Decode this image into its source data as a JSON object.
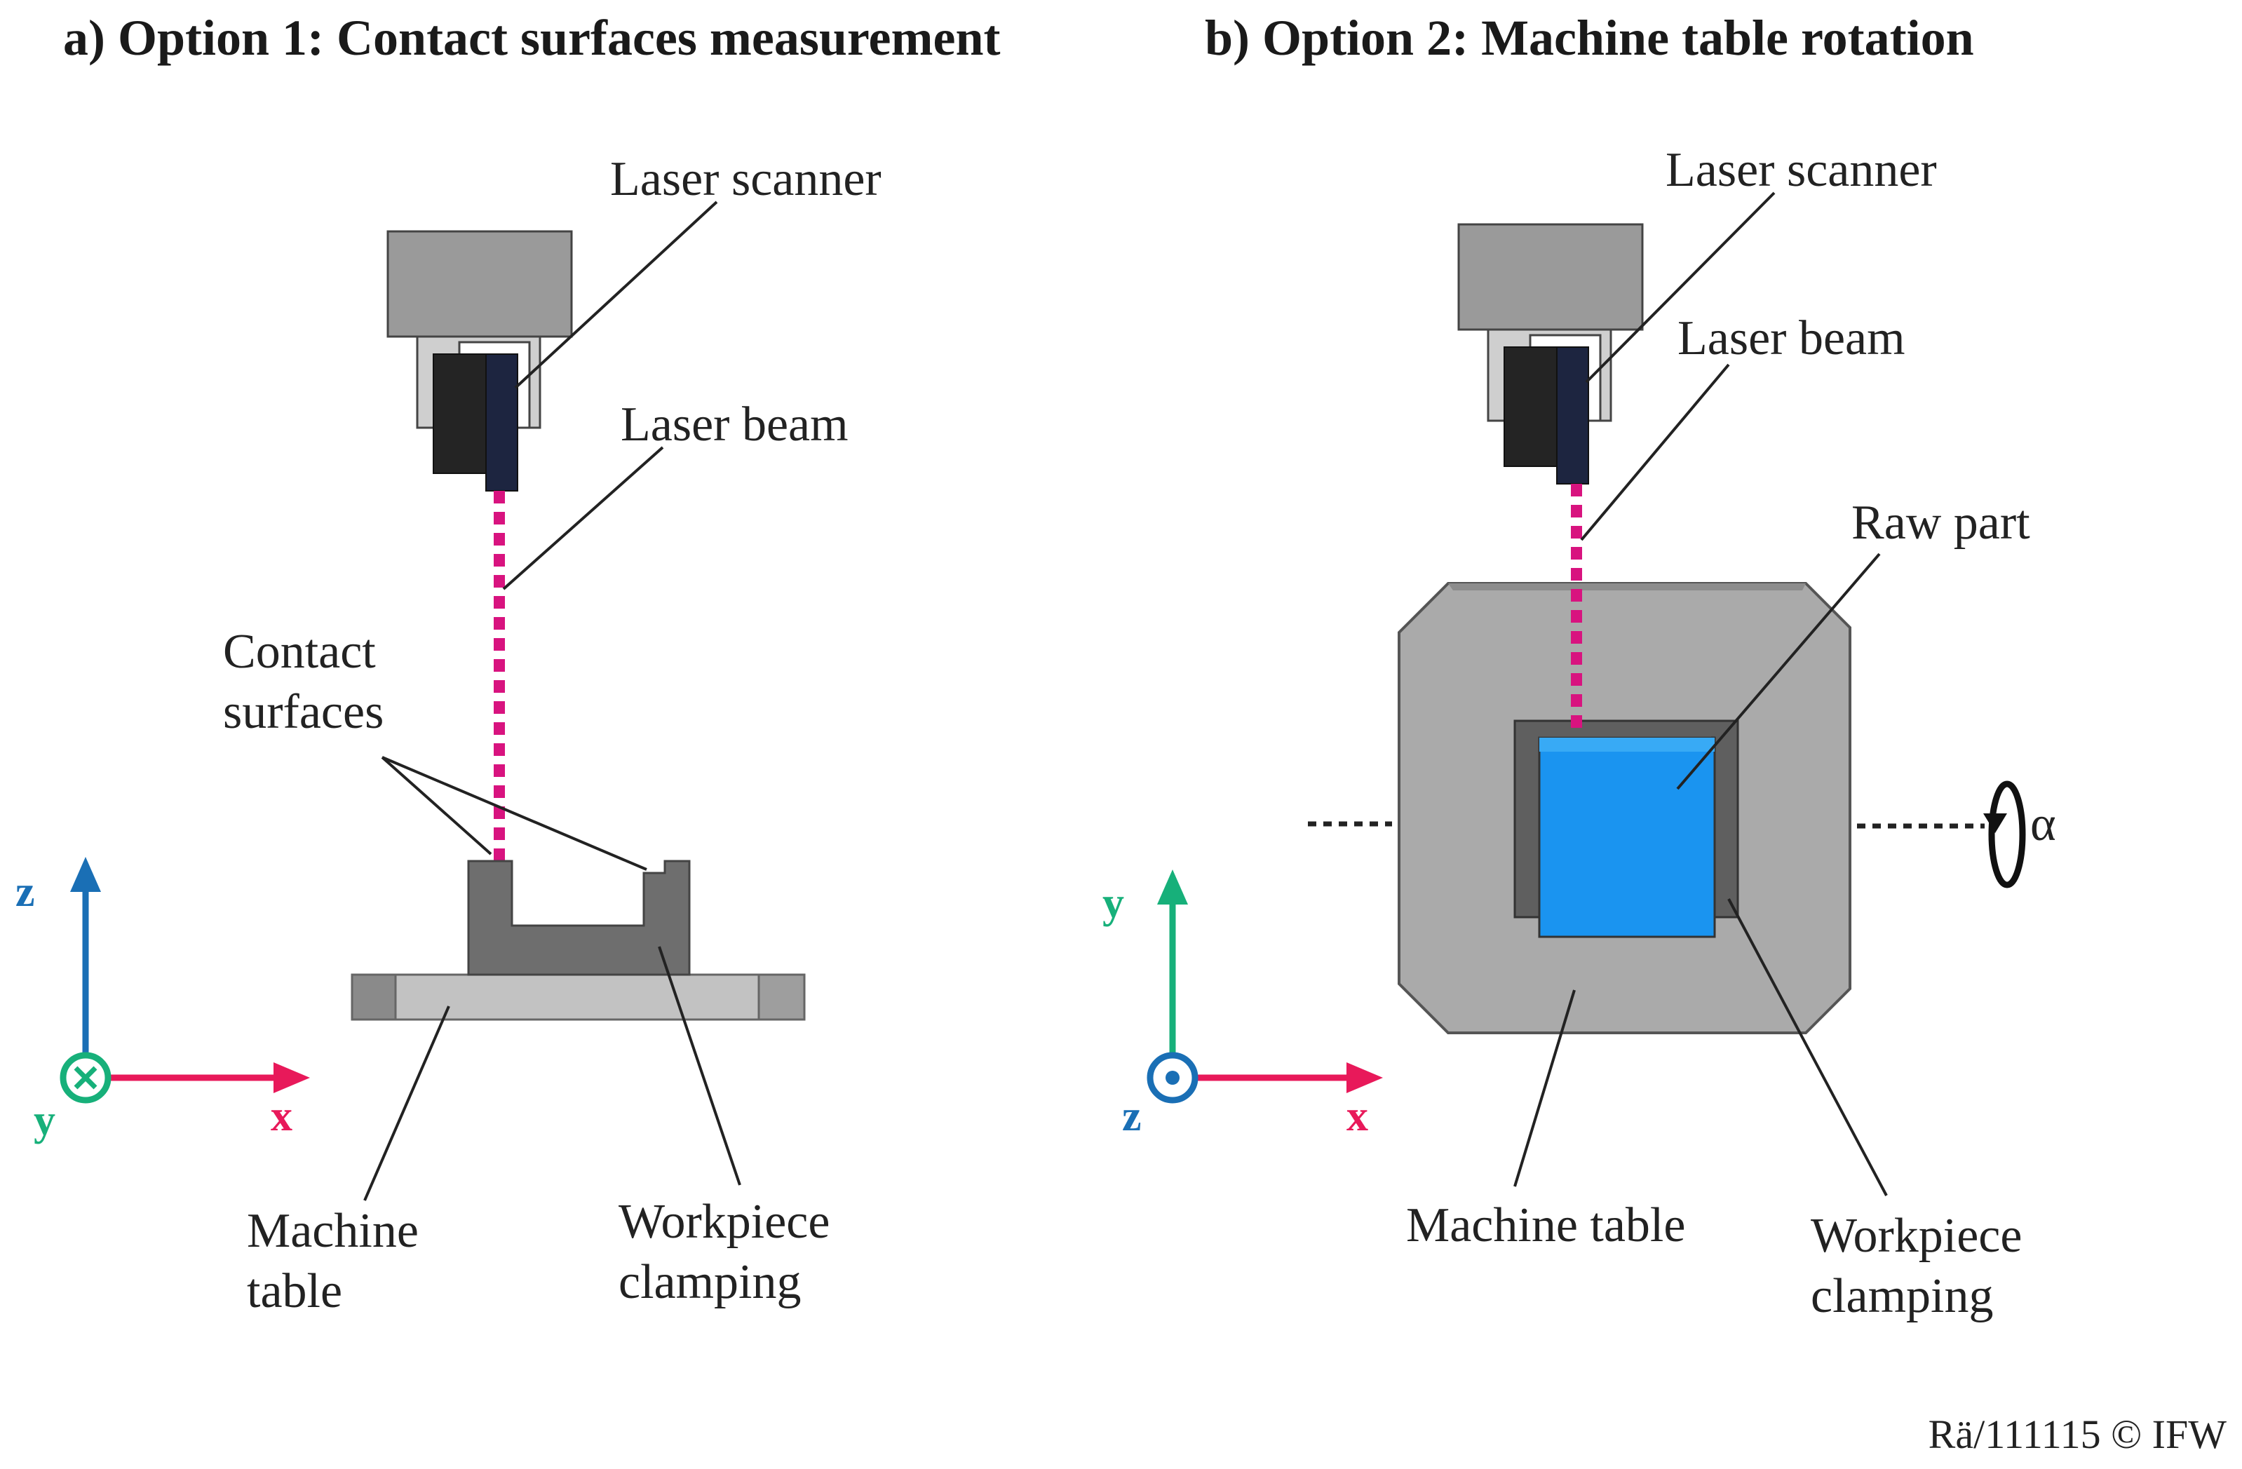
{
  "panel_a": {
    "title": "a) Option 1: Contact surfaces measurement",
    "labels": {
      "laser_scanner": "Laser scanner",
      "laser_beam": "Laser beam",
      "contact_line1": "Contact",
      "contact_line2": "surfaces",
      "machine_line1": "Machine",
      "machine_line2": "table",
      "workpiece_line1": "Workpiece",
      "workpiece_line2": "clamping"
    },
    "axes": {
      "vertical": "z",
      "horizontal": "x",
      "out_of_plane": "y"
    }
  },
  "panel_b": {
    "title": "b) Option 2: Machine table rotation",
    "labels": {
      "laser_scanner": "Laser scanner",
      "laser_beam": "Laser beam",
      "raw_part": "Raw part",
      "machine_table": "Machine table",
      "workpiece_line1": "Workpiece",
      "workpiece_line2": "clamping",
      "rotation_symbol": "α"
    },
    "axes": {
      "vertical": "y",
      "horizontal": "x",
      "out_of_plane": "z"
    }
  },
  "credit": "Rä/111115 © IFW",
  "colors": {
    "beam": "#d8137f",
    "x_axis": "#e8195a",
    "z_axis_a": "#1a6fb5",
    "y_axis_b": "#17b07a",
    "raw_part": "#1a94f0"
  }
}
